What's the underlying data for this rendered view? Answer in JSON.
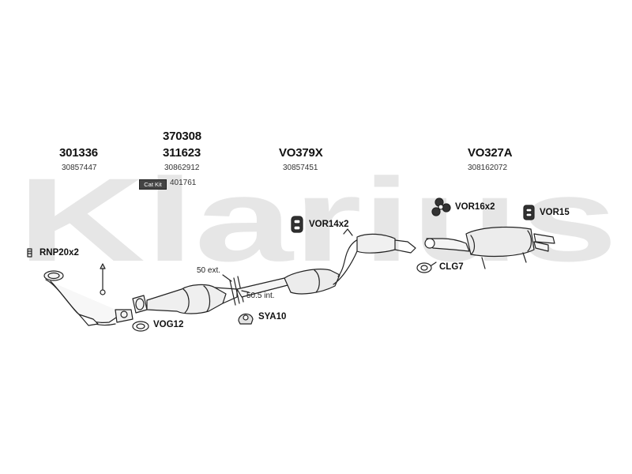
{
  "watermark": "Klarius",
  "groups": [
    {
      "part": "301336",
      "oe": "30857447"
    },
    {
      "part": "370308",
      "part2": "311623",
      "oe": "30862912",
      "catkit_label": "Cat Kit",
      "catkit_number": "401761"
    },
    {
      "part": "VO379X",
      "oe": "30857451"
    },
    {
      "part": "VO327A",
      "oe": "308162072"
    }
  ],
  "fittings": {
    "rnp": "RNP20x2",
    "vog": "VOG12",
    "sya": "SYA10",
    "vor14": "VOR14x2",
    "vor16": "VOR16x2",
    "vor15": "VOR15",
    "clg": "CLG7"
  },
  "notes": {
    "ext": "50 ext.",
    "int": "50.5 int."
  }
}
